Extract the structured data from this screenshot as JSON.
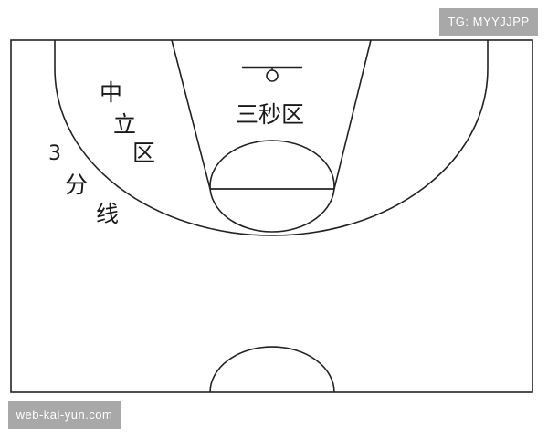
{
  "labels": {
    "three_second_zone": "三秒区",
    "mid_range_1": "中",
    "mid_range_2": "立",
    "mid_range_3": "区",
    "three_point_1": "3",
    "three_point_2": "分",
    "three_point_3": "线"
  },
  "watermarks": {
    "top_right": "TG: MYYJJPP",
    "bottom_left": "web-kai-yun.com"
  },
  "colors": {
    "line": "#222222",
    "watermark_bg": "#a8a8a8"
  }
}
